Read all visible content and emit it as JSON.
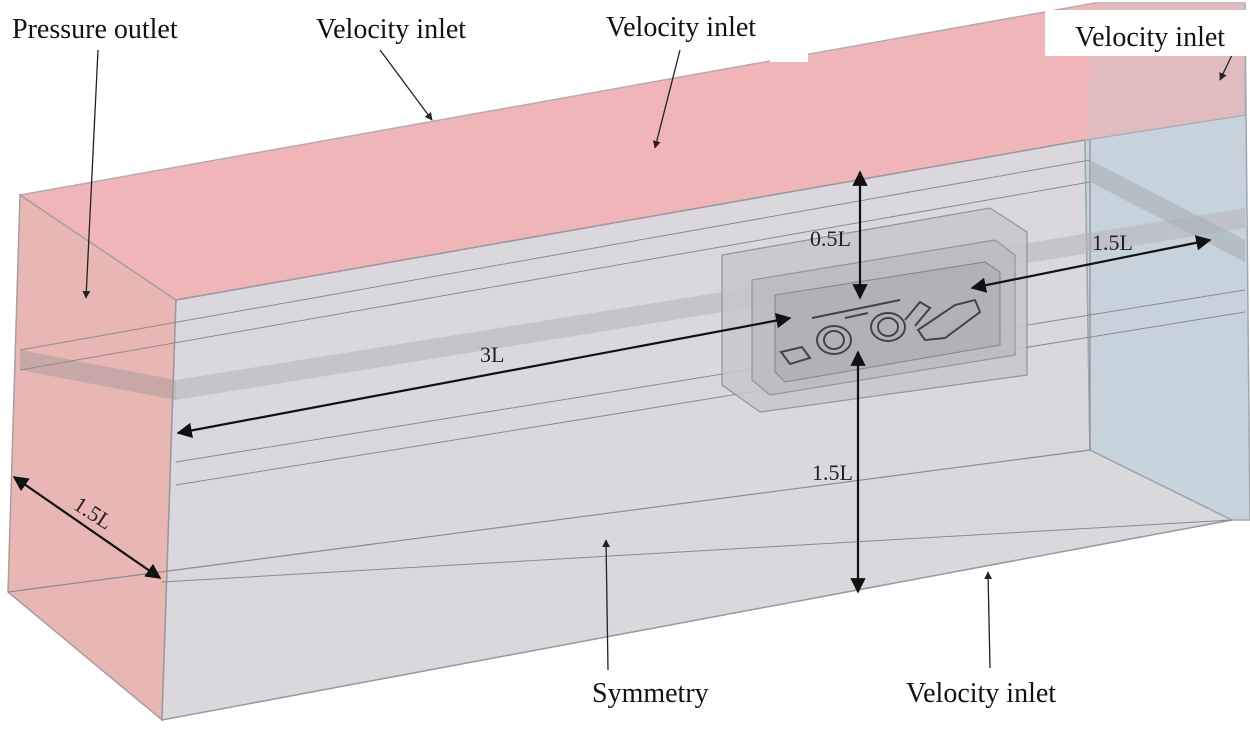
{
  "labels": {
    "pressure_outlet": "Pressure outlet",
    "velocity_inlet_left": "Velocity inlet",
    "velocity_inlet_top": "Velocity inlet",
    "velocity_inlet_right": "Velocity inlet",
    "symmetry": "Symmetry",
    "velocity_inlet_bottom": "Velocity inlet"
  },
  "dimensions": {
    "upstream": "3L",
    "top_gap": "0.5L",
    "bottom_gap": "1.5L",
    "downstream": "1.5L",
    "width": "1.5L"
  },
  "colors": {
    "inlet_face": "#f0b5b8",
    "outlet_face": "#e8b3b0",
    "domain_face": "#d9d6dd",
    "side_face": "#c3d2db"
  }
}
